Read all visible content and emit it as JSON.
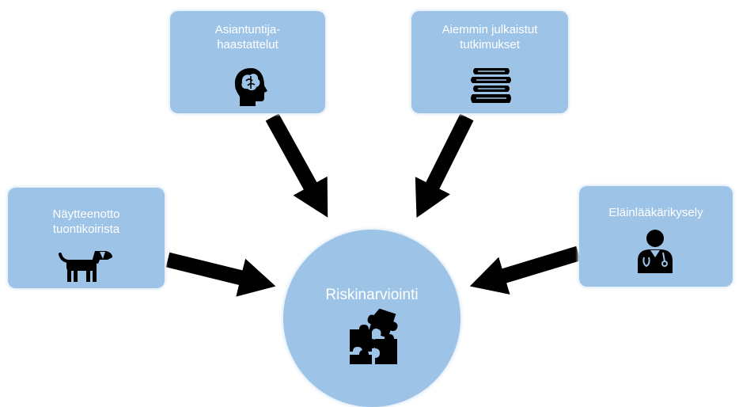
{
  "diagram": {
    "center": {
      "label": "Riskinarviointi",
      "icon": "puzzle-icon"
    },
    "sources": [
      {
        "id": "left",
        "label": "Näytteenotto\ntuontikoirista",
        "icon": "dog-icon"
      },
      {
        "id": "top-left",
        "label": "Asiantuntija-\nhaastattelut",
        "icon": "brain-head-icon"
      },
      {
        "id": "top-right",
        "label": "Aiemmin julkaistut\ntutkimukset",
        "icon": "books-icon"
      },
      {
        "id": "right",
        "label": "Eläinlääkärikysely",
        "icon": "veterinarian-icon"
      }
    ],
    "colors": {
      "box": "#9dc3e6",
      "text": "#ffffff",
      "arrow": "#000000"
    }
  }
}
